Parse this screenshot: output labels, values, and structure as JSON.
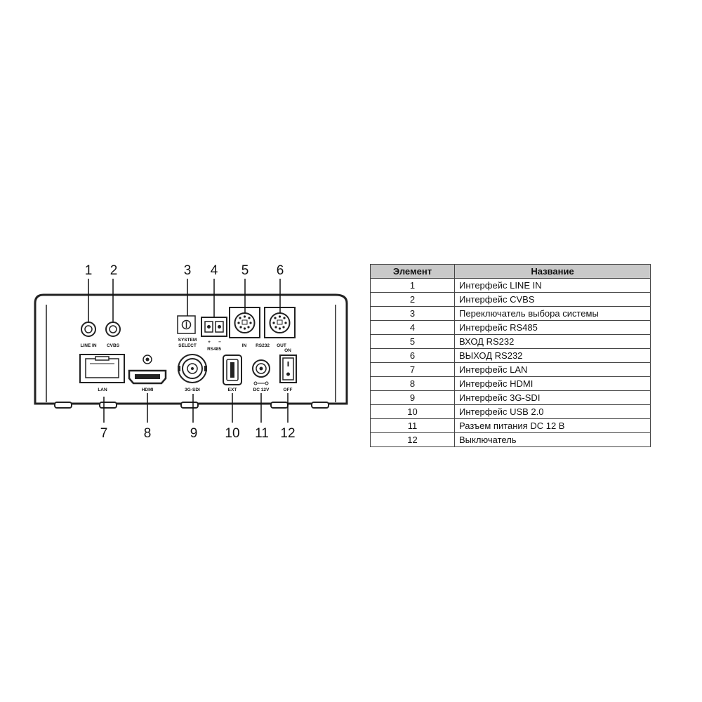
{
  "callouts": [
    "1",
    "2",
    "3",
    "4",
    "5",
    "6",
    "7",
    "8",
    "9",
    "10",
    "11",
    "12"
  ],
  "panel_labels": {
    "line_in": "LINE IN",
    "cvbs": "CVBS",
    "system_select_1": "SYSTEM",
    "system_select_2": "SELECT",
    "rs485": "RS485",
    "rs485_plus": "+",
    "rs485_minus": "−",
    "rs232_in": "IN",
    "rs232": "RS232",
    "rs232_out": "OUT",
    "lan": "LAN",
    "hdmi": "HDMI",
    "sdi": "3G-SDI",
    "ext": "EXT",
    "dc": "DC 12V",
    "on": "ON",
    "off": "OFF"
  },
  "table": {
    "headers": [
      "Элемент",
      "Название"
    ],
    "rows": [
      {
        "num": "1",
        "name": "Интерфейс LINE IN"
      },
      {
        "num": "2",
        "name": "Интерфейс CVBS"
      },
      {
        "num": "3",
        "name": "Переключатель выбора системы"
      },
      {
        "num": "4",
        "name": "Интерфейс RS485"
      },
      {
        "num": "5",
        "name": "ВХОД RS232"
      },
      {
        "num": "6",
        "name": "ВЫХОД RS232"
      },
      {
        "num": "7",
        "name": "Интерфейс LAN"
      },
      {
        "num": "8",
        "name": "Интерфейс HDMI"
      },
      {
        "num": "9",
        "name": "Интерфейс 3G-SDI"
      },
      {
        "num": "10",
        "name": "Интерфейс USB 2.0"
      },
      {
        "num": "11",
        "name": "Разъем питания DC 12 В"
      },
      {
        "num": "12",
        "name": "Выключатель"
      }
    ]
  }
}
